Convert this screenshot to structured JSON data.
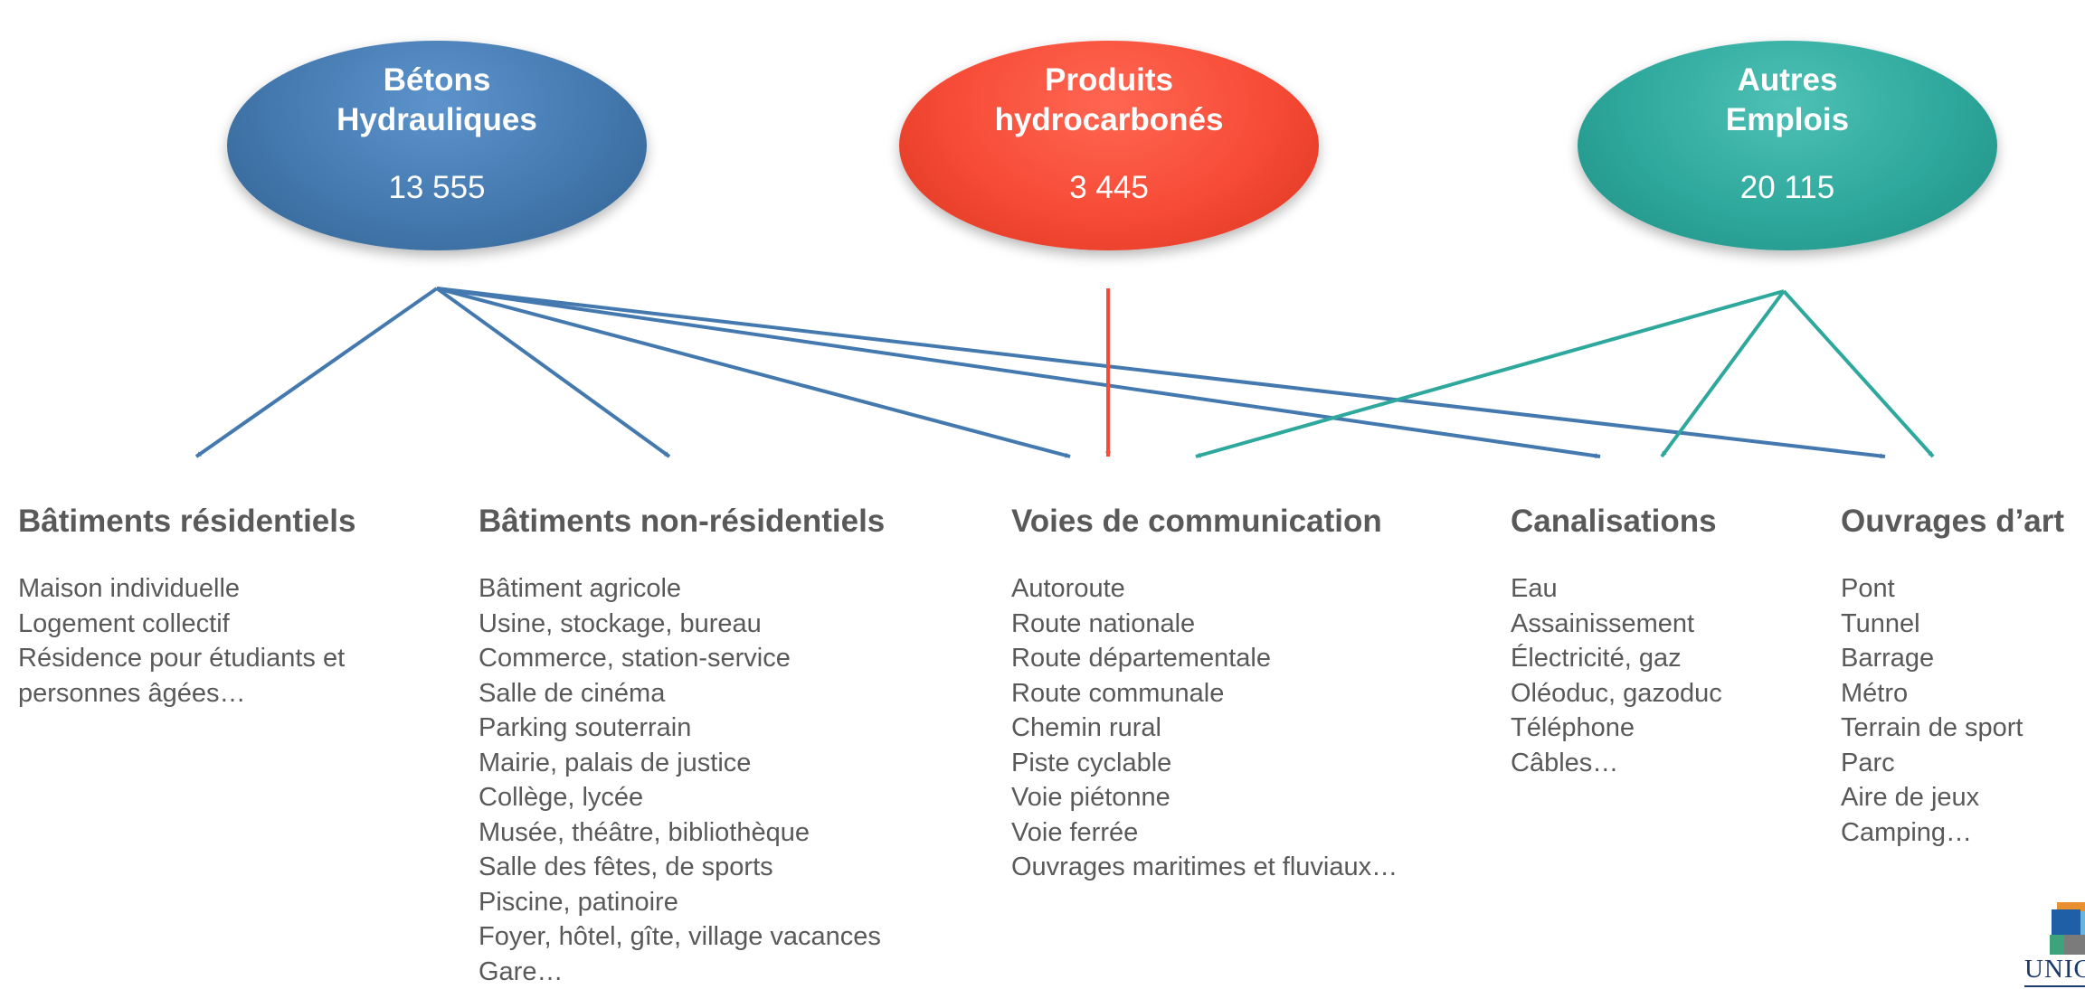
{
  "categories": [
    {
      "title_line1": "Bétons",
      "title_line2": "Hydrauliques",
      "value": "13 555",
      "color": "#4479af"
    },
    {
      "title_line1": "Produits",
      "title_line2": "hydrocarbonés",
      "value": "3 445",
      "color": "#f64b36"
    },
    {
      "title_line1": "Autres",
      "title_line2": "Emplois",
      "value": "20 115",
      "color": "#2ea89c"
    }
  ],
  "columns": [
    {
      "heading": "Bâtiments résidentiels",
      "items": [
        "Maison individuelle",
        "Logement collectif",
        "Résidence pour étudiants et",
        "personnes âgées…"
      ]
    },
    {
      "heading": "Bâtiments non-résidentiels",
      "items": [
        "Bâtiment agricole",
        "Usine, stockage, bureau",
        "Commerce, station-service",
        "Salle de cinéma",
        "Parking souterrain",
        "Mairie, palais de justice",
        "Collège, lycée",
        "Musée, théâtre, bibliothèque",
        "Salle des fêtes, de sports",
        "Piscine, patinoire",
        "Foyer, hôtel, gîte, village vacances",
        "Gare…"
      ]
    },
    {
      "heading": "Voies de communication",
      "items": [
        "Autoroute",
        "Route nationale",
        "Route départementale",
        "Route communale",
        "Chemin rural",
        "Piste cyclable",
        "Voie piétonne",
        "Voie ferrée",
        "Ouvrages maritimes et fluviaux…"
      ]
    },
    {
      "heading": "Canalisations",
      "items": [
        "Eau",
        "Assainissement",
        "Électricité, gaz",
        "Oléoduc, gazoduc",
        "Téléphone",
        "Câbles…"
      ]
    },
    {
      "heading": "Ouvrages d’art",
      "items": [
        "Pont",
        "Tunnel",
        "Barrage",
        "Métro",
        "Terrain de sport",
        "Parc",
        "Aire de jeux",
        "Camping…"
      ]
    }
  ],
  "links": [
    {
      "from": 0,
      "to": 0
    },
    {
      "from": 0,
      "to": 1
    },
    {
      "from": 0,
      "to": 2
    },
    {
      "from": 0,
      "to": 3
    },
    {
      "from": 0,
      "to": 4
    },
    {
      "from": 1,
      "to": 2
    },
    {
      "from": 2,
      "to": 2
    },
    {
      "from": 2,
      "to": 3
    },
    {
      "from": 2,
      "to": 4
    }
  ],
  "logo": {
    "text": "UNIC"
  },
  "colors": {
    "text": "#595959",
    "betons": "#4479af",
    "produits": "#f64b36",
    "autres": "#2ea89c"
  }
}
